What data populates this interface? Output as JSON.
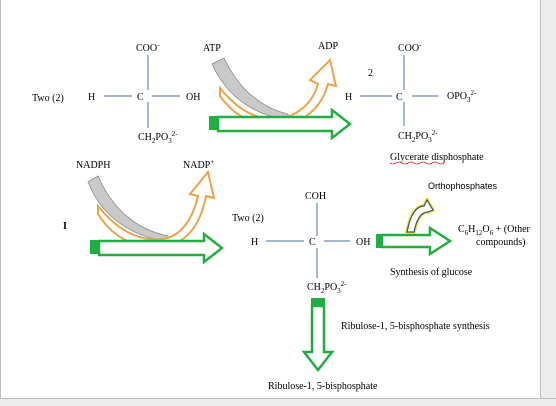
{
  "top": {
    "two_label": "Two (2)",
    "mol1": {
      "top": "COO-",
      "left": "H",
      "center": "C",
      "right": "OH",
      "bottom": "CH2PO3 2-"
    },
    "atp": "ATP",
    "adp": "ADP",
    "coef": "2",
    "mol2": {
      "top": "COO-",
      "left": "H",
      "center": "C",
      "right": "OPO3 2-",
      "bottom": "CH2PO3 2-"
    },
    "product_name": "Glycerate disphosphate"
  },
  "middle": {
    "nadph": "NADPH",
    "nadp": "NADP+",
    "cursor_mark": "I",
    "two_label": "Two (2)",
    "mol3": {
      "top": "COH",
      "left": "H",
      "center": "C",
      "right": "OH",
      "bottom": "CH2PO3 2-"
    },
    "orthophosphates": "Orthophosphates",
    "glucose_formula": "C6H12O6 + (Other",
    "glucose_formula_line2": "compounds)",
    "synthesis_label": "Synthesis of glucose"
  },
  "bottom": {
    "synthesis_label": "Ribulose-1, 5-bisphosphate synthesis",
    "product": "Ribulose-1, 5-bisphosphate"
  },
  "colors": {
    "green": "#1fae3f",
    "orange": "#f0a24a",
    "gray": "#c9c9c9",
    "bond": "#4a6fa5",
    "yellow": "#f2e600"
  }
}
